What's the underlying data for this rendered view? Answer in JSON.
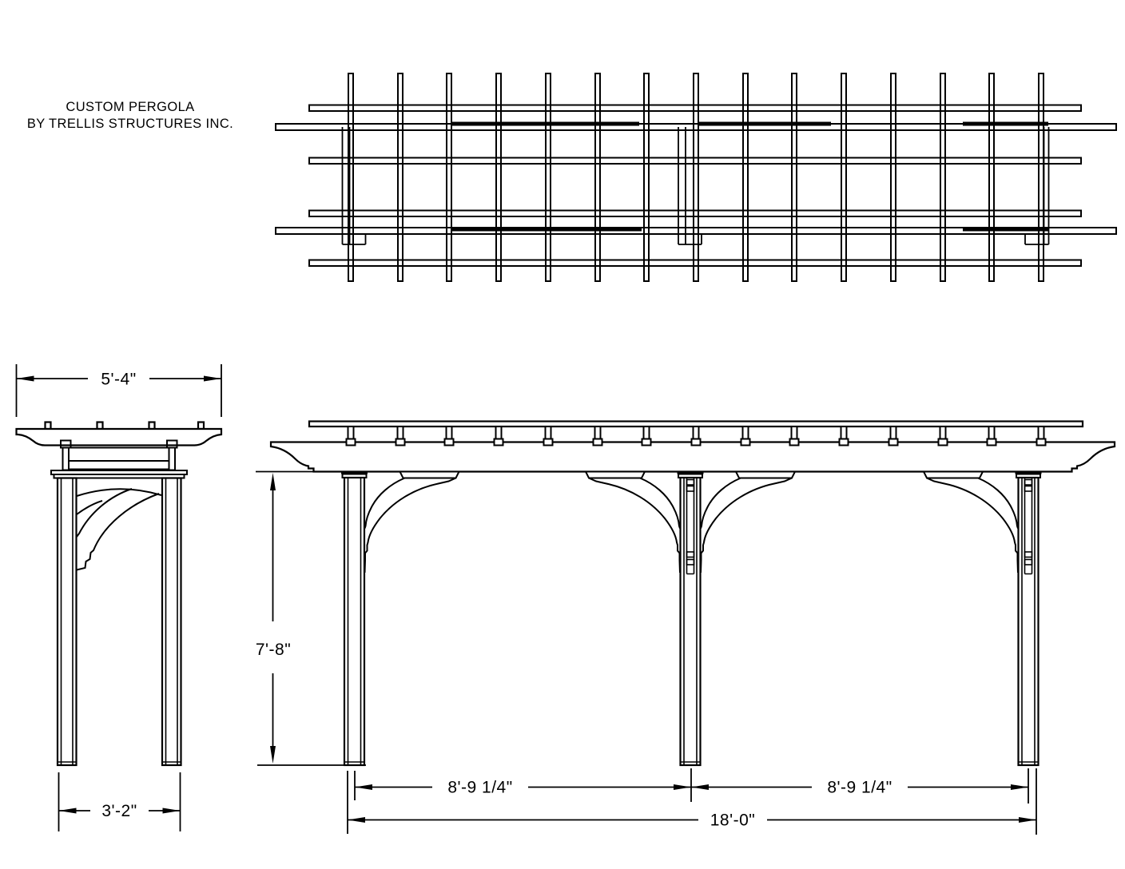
{
  "title": {
    "line1": "CUSTOM PERGOLA",
    "line2": "BY TRELLIS STRUCTURES INC."
  },
  "drawing": {
    "views": {
      "plan": {
        "rafter_count": 15,
        "purlin_count": 4,
        "beam_count": 2
      },
      "end_elevation": {
        "rafter_length": "5'-4\"",
        "post_spacing": "3'-2\""
      },
      "front_elevation": {
        "post_height": "7'-8\"",
        "left_bay": "8'-9 1/4\"",
        "right_bay": "8'-9 1/4\"",
        "overall_length": "18'-0\""
      }
    },
    "colors": {
      "line": "#000000",
      "background": "#ffffff"
    }
  }
}
